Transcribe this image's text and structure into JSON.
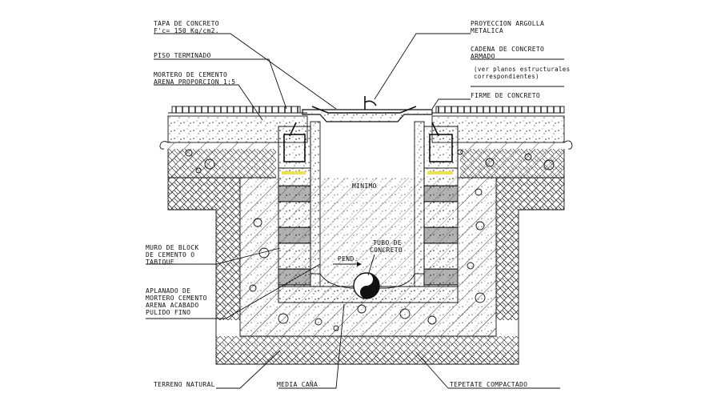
{
  "labels": {
    "tapa_1": "TAPA DE CONCRETO",
    "tapa_2": "F'c= 150 Kg/cm2.",
    "piso": "PISO TERMINADO",
    "mortero_1": "MORTERO DE CEMENTO",
    "mortero_2": "ARENA PROPORCION 1:5",
    "proyeccion_1": "PROYECCION ARGOLLA",
    "proyeccion_2": "METALICA",
    "cadena_1": "CADENA DE CONCRETO",
    "cadena_2": "ARMADO",
    "ver_1": "(ver planos estructurales",
    "ver_2": "correspondientes)",
    "firme": "FIRME DE CONCRETO",
    "minimo": "MINIMO",
    "tubo_1": "TUBO DE",
    "tubo_2": "CONCRETO",
    "pend": "PEND.",
    "muro_1": "MURO DE BLOCK",
    "muro_2": "DE CEMENTO O",
    "muro_3": "TABIQUE",
    "aplanado_1": "APLANADO DE",
    "aplanado_2": "MORTERO CEMENTO",
    "aplanado_3": "ARENA ACABADO",
    "aplanado_4": "PULIDO FINO",
    "terreno": "TERRENO NATURAL",
    "media": "MEDIA CAÑA",
    "tepetate": "TEPETATE COMPACTADO"
  }
}
